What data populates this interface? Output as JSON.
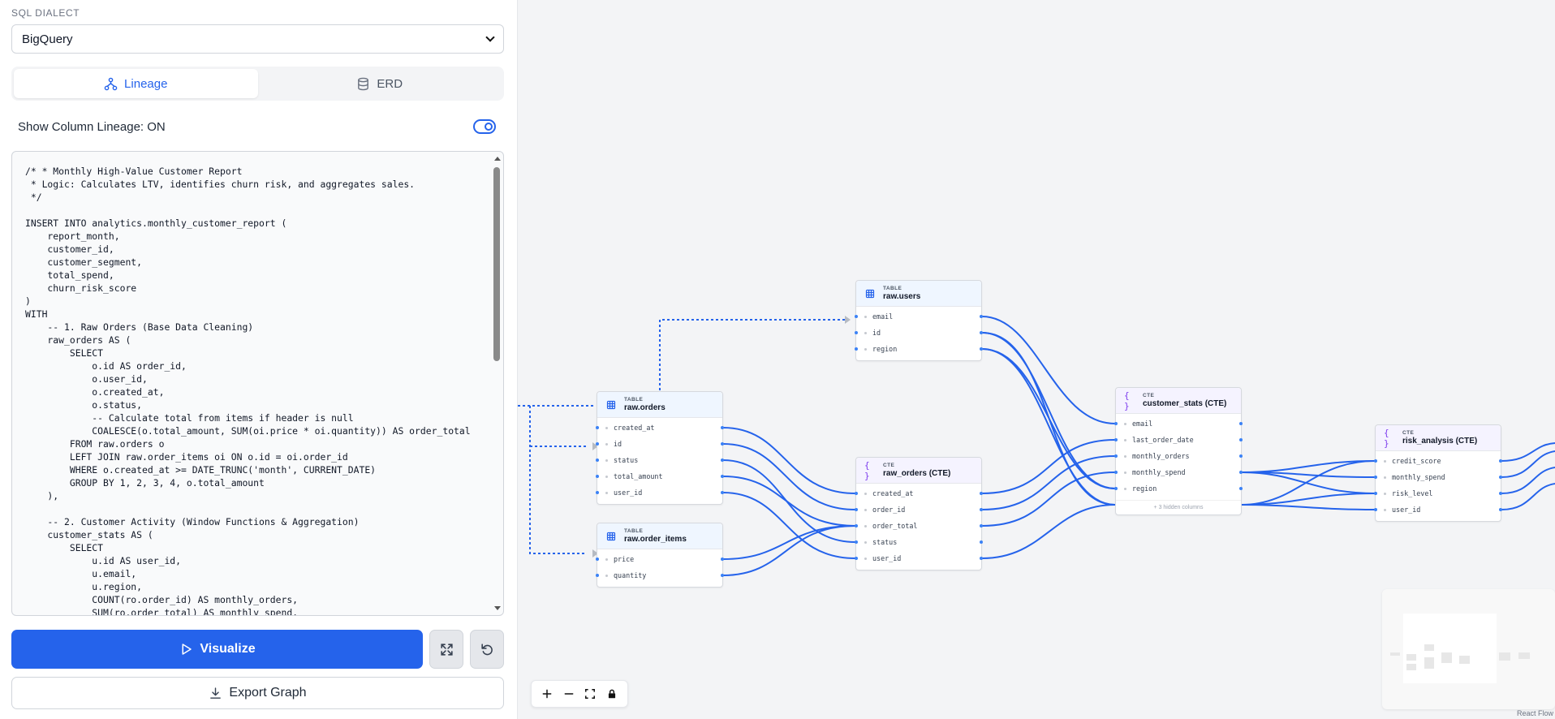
{
  "sidebar": {
    "dialect_label": "SQL DIALECT",
    "dialect_value": "BigQuery",
    "tabs": [
      {
        "label": "Lineage",
        "icon": "workflow-icon",
        "active": true
      },
      {
        "label": "ERD",
        "icon": "database-icon",
        "active": false
      }
    ],
    "column_lineage_label": "Show Column Lineage: ON",
    "sql_code": "/* * Monthly High-Value Customer Report\n * Logic: Calculates LTV, identifies churn risk, and aggregates sales.\n */\n\nINSERT INTO analytics.monthly_customer_report (\n    report_month,\n    customer_id,\n    customer_segment,\n    total_spend,\n    churn_risk_score\n)\nWITH\n    -- 1. Raw Orders (Base Data Cleaning)\n    raw_orders AS (\n        SELECT\n            o.id AS order_id,\n            o.user_id,\n            o.created_at,\n            o.status,\n            -- Calculate total from items if header is null\n            COALESCE(o.total_amount, SUM(oi.price * oi.quantity)) AS order_total\n        FROM raw.orders o\n        LEFT JOIN raw.order_items oi ON o.id = oi.order_id\n        WHERE o.created_at >= DATE_TRUNC('month', CURRENT_DATE)\n        GROUP BY 1, 2, 3, 4, o.total_amount\n    ),\n\n    -- 2. Customer Activity (Window Functions & Aggregation)\n    customer_stats AS (\n        SELECT\n            u.id AS user_id,\n            u.email,\n            u.region,\n            COUNT(ro.order_id) AS monthly_orders,\n            SUM(ro.order_total) AS monthly_spend,",
    "visualize_label": "Visualize",
    "export_label": "Export Graph"
  },
  "graph": {
    "nodes": {
      "raw_users": {
        "kind": "TABLE",
        "name": "raw.users",
        "columns": [
          "email",
          "id",
          "region"
        ]
      },
      "raw_orders": {
        "kind": "TABLE",
        "name": "raw.orders",
        "columns": [
          "created_at",
          "id",
          "status",
          "total_amount",
          "user_id"
        ]
      },
      "raw_order_items": {
        "kind": "TABLE",
        "name": "raw.order_items",
        "columns": [
          "price",
          "quantity"
        ]
      },
      "raw_orders_cte": {
        "kind": "CTE",
        "name": "raw_orders (CTE)",
        "columns": [
          "created_at",
          "order_id",
          "order_total",
          "status",
          "user_id"
        ]
      },
      "customer_stats": {
        "kind": "CTE",
        "name": "customer_stats (CTE)",
        "columns": [
          "email",
          "last_order_date",
          "monthly_orders",
          "monthly_spend",
          "region"
        ],
        "hidden_note": "+ 3 hidden columns"
      },
      "risk_analysis": {
        "kind": "CTE",
        "name": "risk_analysis (CTE)",
        "columns": [
          "credit_score",
          "monthly_spend",
          "risk_level",
          "user_id"
        ]
      }
    },
    "edge_color": "#2563eb"
  },
  "attribution": "React Flow",
  "colors": {
    "accent": "#2563eb",
    "table_header": "#eff6ff",
    "cte_header": "#f5f3ff"
  }
}
